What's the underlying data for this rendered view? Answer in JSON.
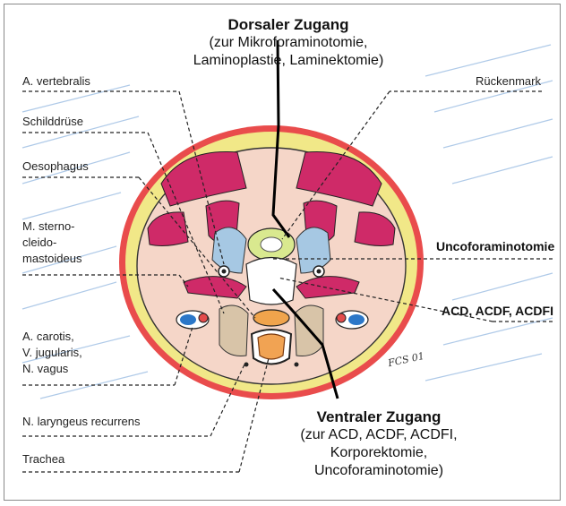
{
  "dorsal": {
    "title": "Dorsaler Zugang",
    "line1": "(zur Mikroforaminotomie,",
    "line2": "Laminoplastie, Laminektomie)"
  },
  "ventral": {
    "title": "Ventraler Zugang",
    "line1": "(zur ACD, ACDF, ACDFI,",
    "line2": "Korporektomie,",
    "line3": "Uncoforaminotomie)"
  },
  "labels_left": {
    "vertebralis": "A. vertebralis",
    "schilddruese": "Schilddrüse",
    "oesophagus": "Oesophagus",
    "sterno_1": "M. sterno-",
    "sterno_2": "cleido-",
    "sterno_3": "mastoideus",
    "carotis_1": "A. carotis,",
    "carotis_2": "V. jugularis,",
    "carotis_3": "N. vagus",
    "laryngeus": "N. laryngeus recurrens",
    "trachea": "Trachea"
  },
  "labels_right": {
    "rueckenmark": "Rückenmark",
    "uncoforaminotomie": "Uncoforaminotomie",
    "acd": "ACD, ACDF, ACDFI"
  },
  "signature": "FCS 01",
  "colors": {
    "skin": "#e84a4a",
    "fat": "#f2e98a",
    "muscle": "#d02a6a",
    "background_hatch": "#8fb4de"
  }
}
